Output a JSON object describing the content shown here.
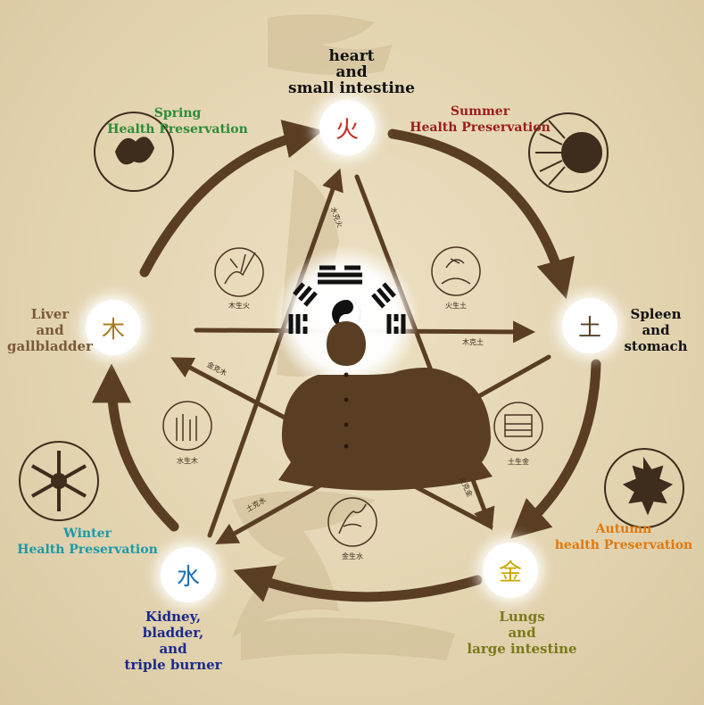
{
  "elements": {
    "fire": {
      "char": "火",
      "color": "#c8281e",
      "label": "heart\nand\nsmall intestine"
    },
    "earth": {
      "char": "土",
      "color": "#5b4128",
      "label": "Spleen\nand\nstomach"
    },
    "metal": {
      "char": "金",
      "color": "#c9a800",
      "label": "Lungs\nand\nlarge intestine"
    },
    "water": {
      "char": "水",
      "color": "#1d6fb8",
      "label": "Kidney,\nbladder,\nand\ntriple burner"
    },
    "wood": {
      "char": "木",
      "color": "#a67c1e",
      "label": "Liver\nand\ngallbladder"
    }
  },
  "seasons": {
    "spring": {
      "text": "Spring\nHealth Preservation",
      "color": "#2e8b3a"
    },
    "summer": {
      "text": "Summer\nHealth Preservation",
      "color": "#9b1c1c"
    },
    "autumn": {
      "text": "Autumn\nhealth Preservation",
      "color": "#e07a10"
    },
    "winter": {
      "text": "Winter\nHealth Preservation",
      "color": "#1a9aa8"
    }
  },
  "label_colors": {
    "fire": "#111111",
    "earth": "#111111",
    "metal": "#7a7a1a",
    "water": "#1a2a8a",
    "wood": "#7a5a3a"
  },
  "generating_captions": {
    "wood_fire": "木生火",
    "fire_earth": "火生土",
    "earth_metal": "土生金",
    "metal_water": "金生水",
    "water_wood": "水生木"
  },
  "controlling_captions": {
    "wood_earth": "木克土",
    "fire_metal": "火克金",
    "metal_wood": "金克木",
    "earth_water": "土克水",
    "water_fire": "水克火"
  },
  "icons": {
    "spring": "peony-flower-icon",
    "summer": "sun-icon",
    "autumn": "maple-leaf-icon",
    "winter": "snowflake-icon"
  },
  "colors": {
    "arrow": "#5a3e24",
    "background": "#e5d7b6"
  }
}
